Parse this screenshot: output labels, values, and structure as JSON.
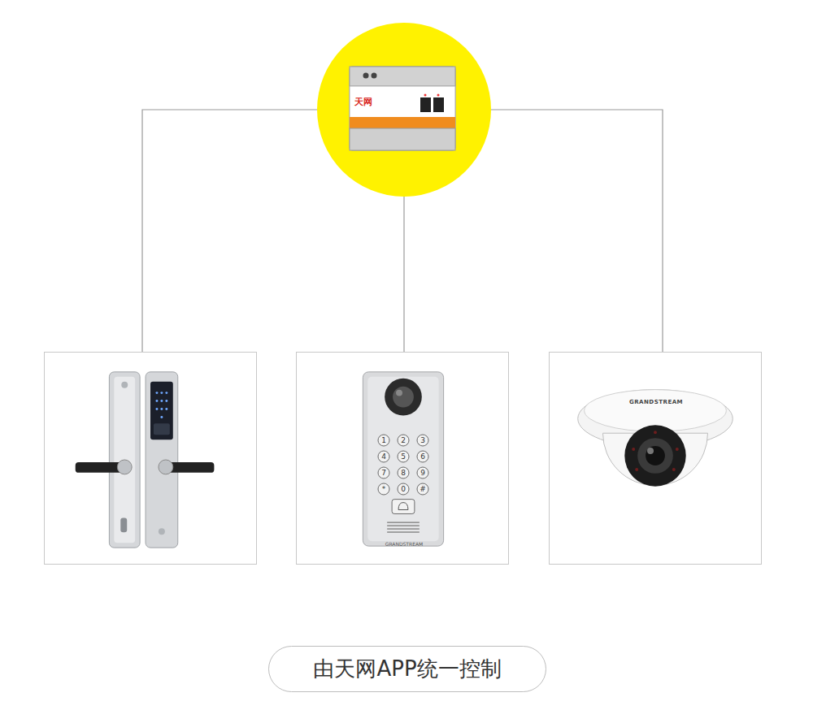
{
  "diagram": {
    "caption": "由天网APP统一控制",
    "nodes": [
      {
        "text": [
          "天网"
        ]
      },
      {
        "text": [
          "1",
          "2",
          "3",
          "4",
          "5",
          "6",
          "7",
          "8",
          "9",
          "*",
          "0",
          "#",
          "GRANDSTREAM"
        ]
      },
      {
        "text": [
          "GRANDSTREAM"
        ]
      }
    ],
    "edges": [
      {
        "from": 0,
        "to": 1,
        "arrow": "none"
      },
      {
        "from": 0,
        "to": 2,
        "arrow": "none"
      }
    ]
  }
}
